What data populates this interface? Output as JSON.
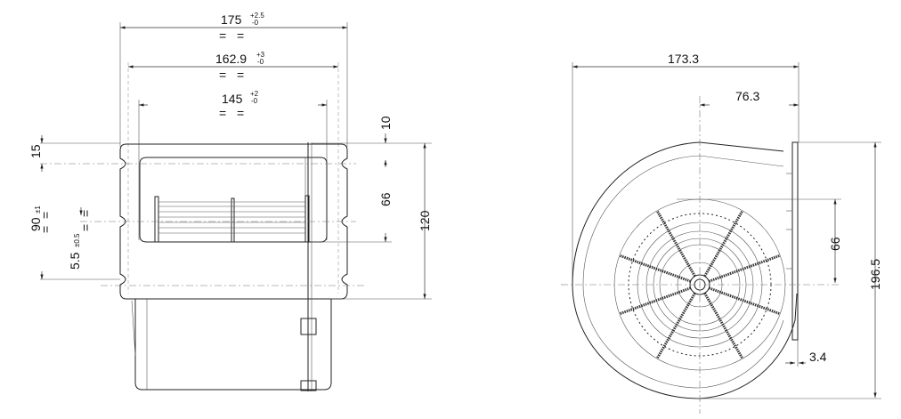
{
  "side_view": {
    "width_175": {
      "value": "175",
      "tol_plus": "+2.5",
      "tol_minus": "-0"
    },
    "width_162_9": {
      "value": "162.9",
      "tol_plus": "+3",
      "tol_minus": "-0"
    },
    "width_145": {
      "value": "145",
      "tol_plus": "+2",
      "tol_minus": "-0"
    },
    "equal_mark": "=",
    "dim_10": "10",
    "dim_66": "66",
    "dim_120": "120",
    "dim_15": "15",
    "dim_90": {
      "value": "90",
      "tol": "±1"
    },
    "dim_5_5": {
      "value": "5.5",
      "tol": "±0.5"
    }
  },
  "front_view": {
    "dim_173_3": "173.3",
    "dim_76_3": "76.3",
    "dim_66": "66",
    "dim_196_5": "196.5",
    "dim_3_4": "3.4"
  }
}
